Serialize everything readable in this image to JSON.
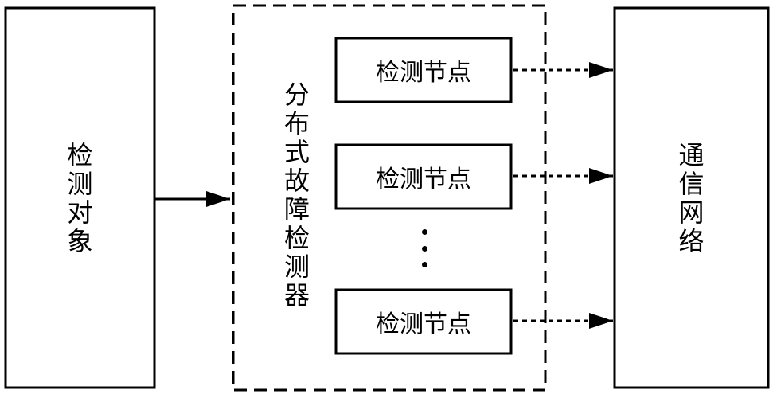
{
  "blocks": {
    "object_label": "检测对象",
    "detector_label": "分布式故障检测器",
    "network_label": "通信网络"
  },
  "nodes": [
    {
      "label": "检测节点"
    },
    {
      "label": "检测节点"
    },
    {
      "label": "检测节点"
    }
  ]
}
